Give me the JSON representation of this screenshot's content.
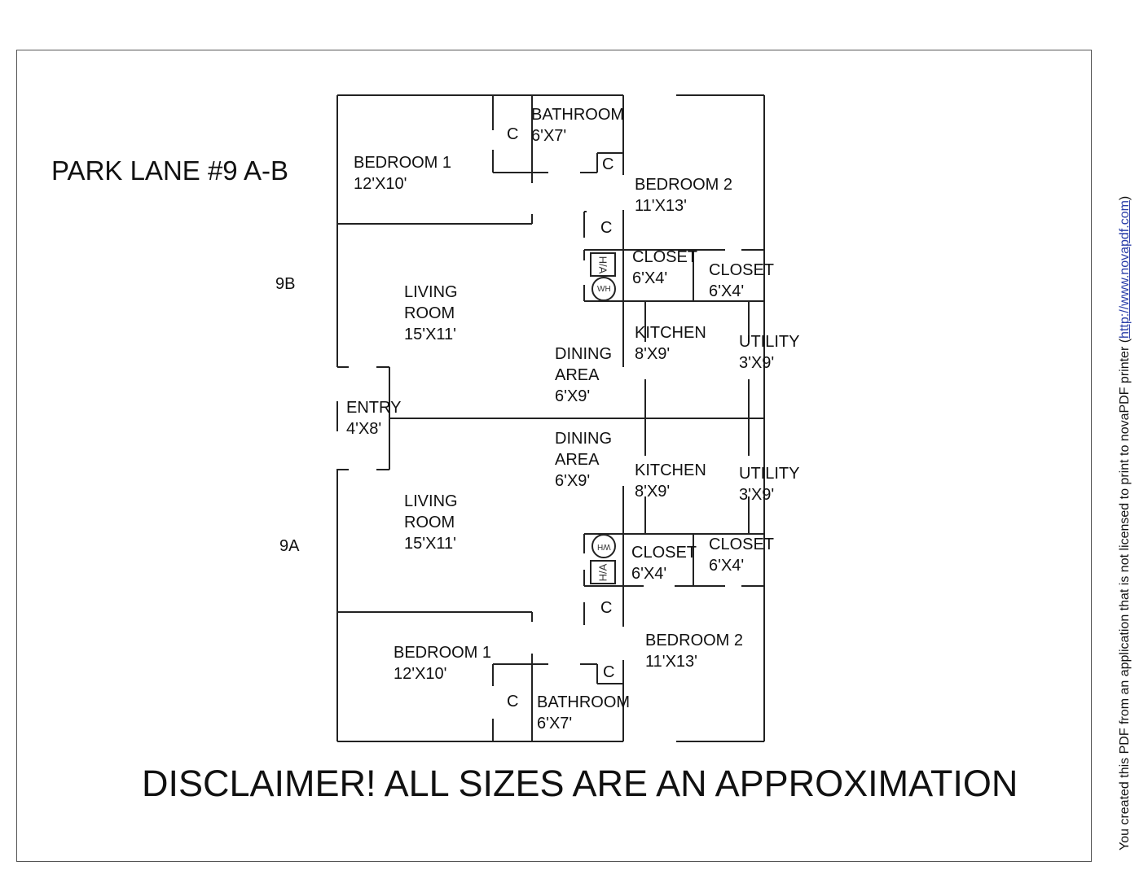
{
  "title": "PARK LANE #9 A-B",
  "units": {
    "upper": "9B",
    "lower": "9A"
  },
  "rooms_9b": {
    "bedroom1": {
      "name": "BEDROOM 1",
      "size": "12'X10'"
    },
    "bathroom": {
      "name": "BATHROOM",
      "size": "6'X7'"
    },
    "bedroom2": {
      "name": "BEDROOM 2",
      "size": "11'X13'"
    },
    "closet_a": {
      "name": "CLOSET",
      "size": "6'X4'"
    },
    "closet_b": {
      "name": "CLOSET",
      "size": "6'X4'"
    },
    "living": {
      "name": "LIVING\nROOM",
      "size": "15'X11'"
    },
    "kitchen": {
      "name": "KITCHEN",
      "size": "8'X9'"
    },
    "utility": {
      "name": "UTILITY",
      "size": "3'X9'"
    },
    "dining": {
      "name": "DINING\nAREA",
      "size": "6'X9'"
    }
  },
  "rooms_9a": {
    "bedroom1": {
      "name": "BEDROOM 1",
      "size": "12'X10'"
    },
    "bathroom": {
      "name": "BATHROOM",
      "size": "6'X7'"
    },
    "bedroom2": {
      "name": "BEDROOM 2",
      "size": "11'X13'"
    },
    "closet_a": {
      "name": "CLOSET",
      "size": "6'X4'"
    },
    "closet_b": {
      "name": "CLOSET",
      "size": "6'X4'"
    },
    "living": {
      "name": "LIVING\nROOM",
      "size": "15'X11'"
    },
    "kitchen": {
      "name": "KITCHEN",
      "size": "8'X9'"
    },
    "utility": {
      "name": "UTILITY",
      "size": "3'X9'"
    },
    "dining": {
      "name": "DINING\nAREA",
      "size": "6'X9'"
    }
  },
  "entry": {
    "name": "ENTRY",
    "size": "4'X8'"
  },
  "closet_mark": "C",
  "symbols": {
    "water_heater": "WH",
    "hvac": "H/A"
  },
  "disclaimer": "DISCLAIMER! ALL SIZES ARE AN APPROXIMATION",
  "watermark": {
    "text": "You created this PDF from an application that is not licensed to print to novaPDF printer (",
    "link": "http://www.novapdf.com",
    "close": ")"
  }
}
